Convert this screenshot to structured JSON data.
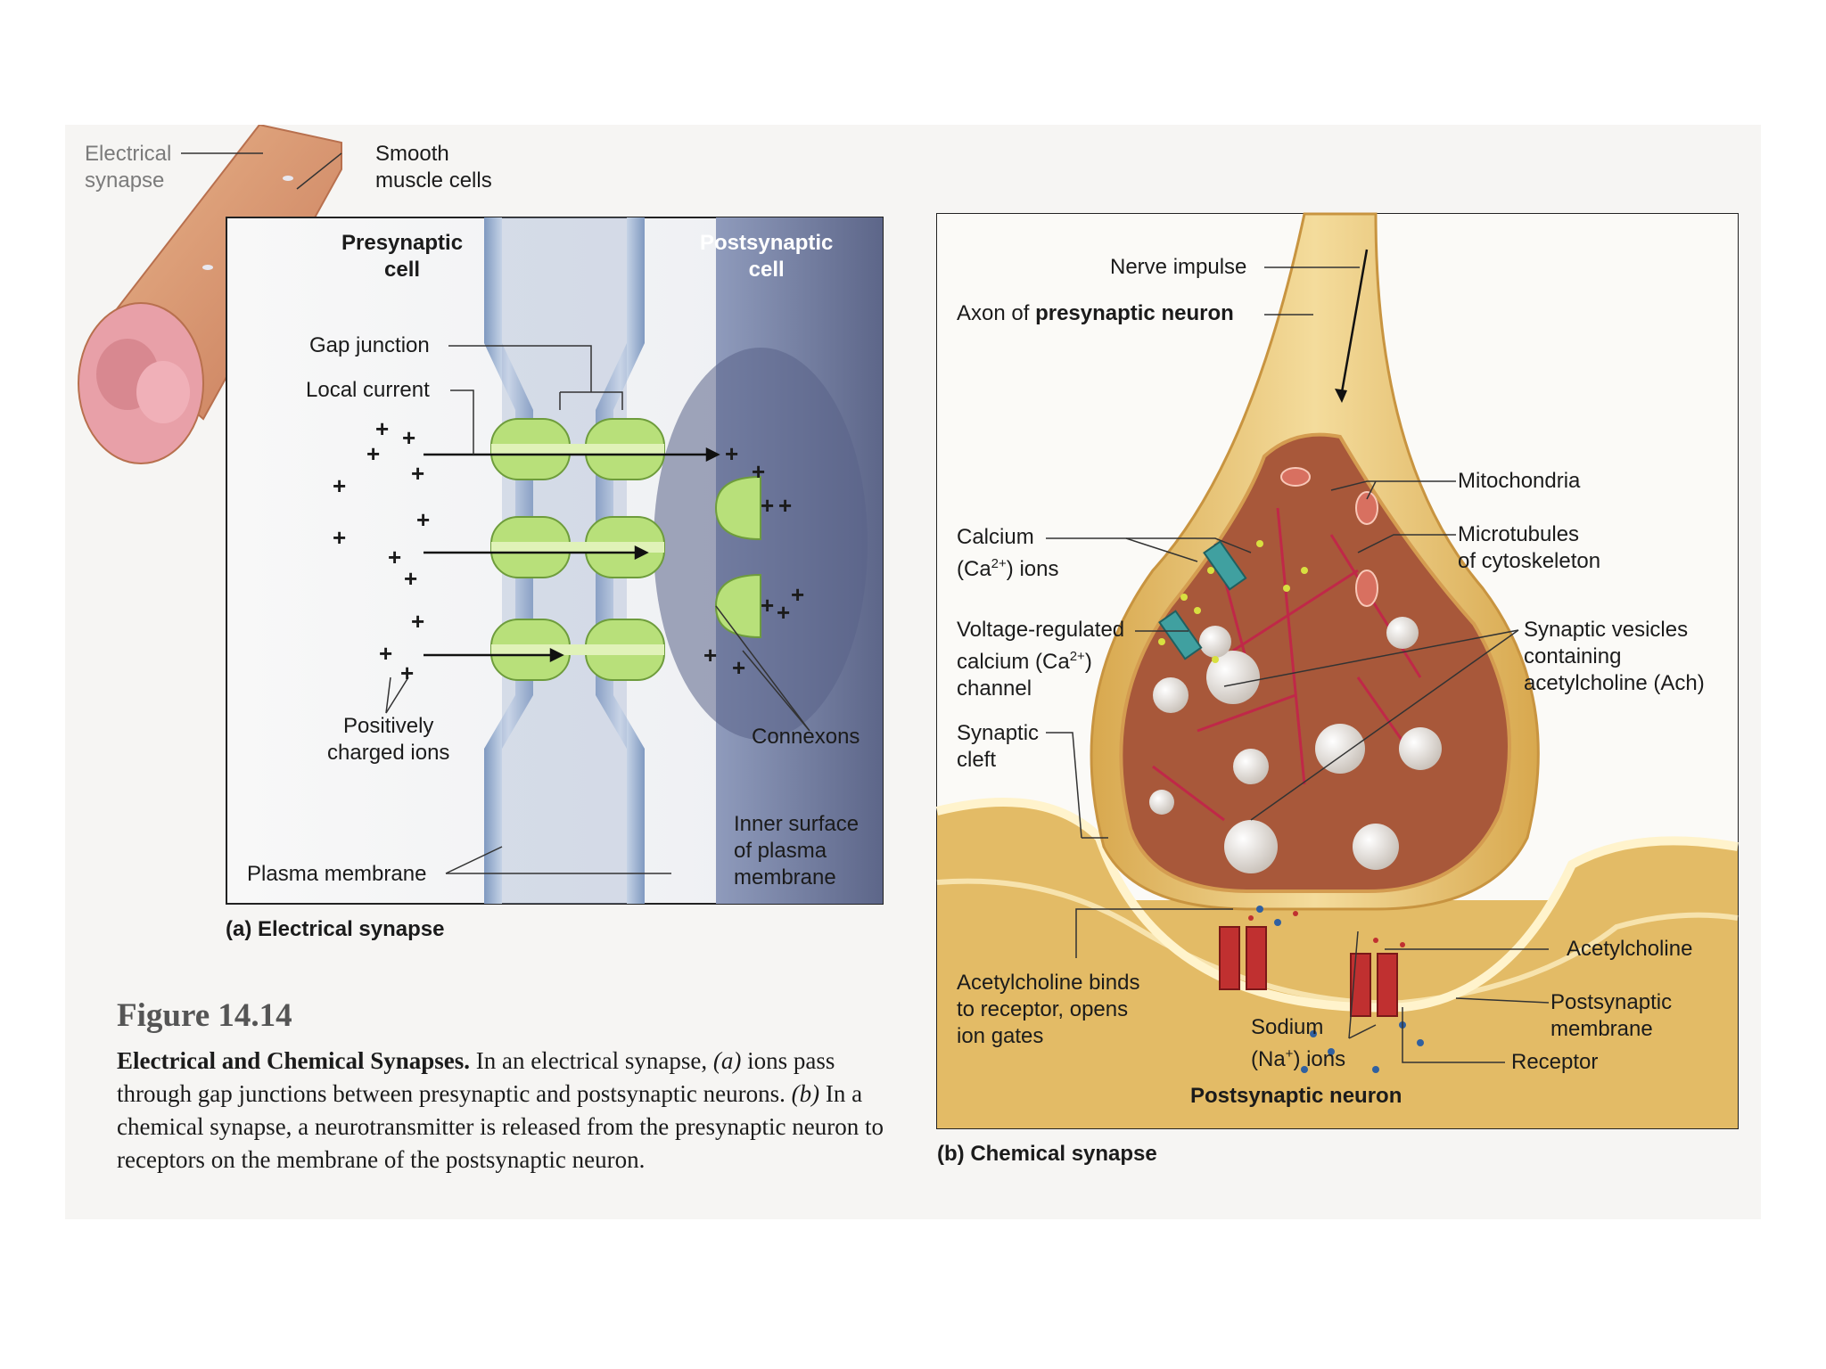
{
  "colors": {
    "muscle": "#e4a07a",
    "connexon": "#b8e07a",
    "postsynaptic_bg": "#7a84a8",
    "axon": "#e8c47a",
    "cytoplasm": "#a8583a",
    "synapse_bg": "#e0b860",
    "receptor": "#c03030"
  },
  "panel_a": {
    "muscle_labels": {
      "electrical_synapse": "Electrical\nsynapse",
      "smooth_muscle": "Smooth\nmuscle cells"
    },
    "presynaptic": "Presynaptic\ncell",
    "postsynaptic": "Postsynaptic\ncell",
    "gap_junction": "Gap junction",
    "local_current": "Local current",
    "ions": "Positively\ncharged ions",
    "connexons": "Connexons",
    "inner_surface": "Inner surface\nof plasma\nmembrane",
    "plasma_membrane": "Plasma membrane",
    "plus": "+",
    "caption": "(a) Electrical synapse"
  },
  "panel_b": {
    "nerve_impulse": "Nerve impulse",
    "axon_prefix": "Axon of ",
    "axon_bold": "presynaptic neuron",
    "mitochondria": "Mitochondria",
    "microtubules": "Microtubules\nof cytoskeleton",
    "calcium_1": "Calcium",
    "calcium_2": "(Ca",
    "calcium_sup": "2+",
    "calcium_3": ") ions",
    "channel_1": "Voltage-regulated",
    "channel_2": "calcium (Ca",
    "channel_sup": "2+",
    "channel_3": ")",
    "channel_4": "channel",
    "vesicles": "Synaptic vesicles\ncontaining\nacetylcholine (Ach)",
    "cleft": "Synaptic\ncleft",
    "acetylcholine": "Acetylcholine",
    "binds": "Acetylcholine binds\nto receptor, opens\nion gates",
    "sodium_1": "Sodium",
    "sodium_2": "(Na",
    "sodium_sup": "+",
    "sodium_3": ") ions",
    "postsyn_membrane": "Postsynaptic\nmembrane",
    "receptor": "Receptor",
    "postsyn_neuron": "Postsynaptic neuron",
    "caption": "(b) Chemical synapse"
  },
  "figure": {
    "title": "Figure 14.14",
    "caption_bold": "Electrical and Chemical Synapses.",
    "caption_t1": " In an electrical synapse,",
    "caption_a": "(a)",
    "caption_t2": " ions pass through gap junctions between presynaptic and postsynaptic neurons. ",
    "caption_b": "(b)",
    "caption_t3": " In a chemical synapse, a neurotransmitter is released from the presynaptic neuron to receptors on the membrane of the postsynaptic neuron."
  }
}
